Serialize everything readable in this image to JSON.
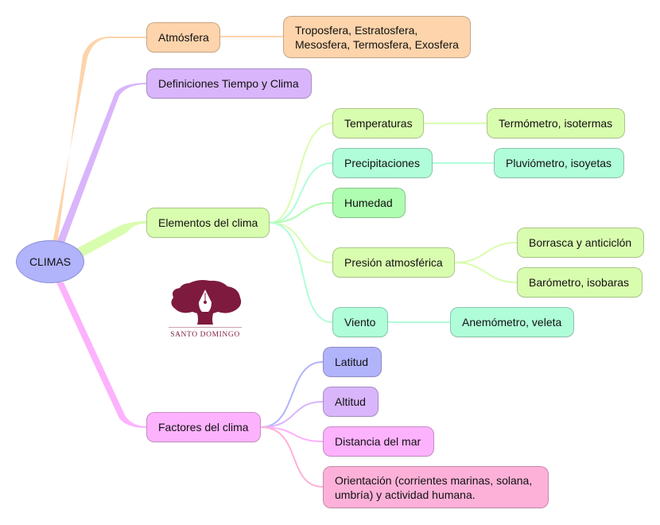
{
  "mindmap": {
    "root": {
      "label": "CLIMAS",
      "color": "#b1b3fb"
    },
    "branches": {
      "atmosfera": {
        "label": "Atmósfera",
        "color": "#fdd4ab",
        "children": [
          {
            "label": "Troposfera, Estratosfera, Mesosfera, Termosfera, Exosfera",
            "color": "#fdd4ab"
          }
        ]
      },
      "definiciones": {
        "label": "Definiciones Tiempo y Clima",
        "color": "#d9b5fb"
      },
      "elementos": {
        "label": "Elementos del clima",
        "color": "#d9fdaf",
        "children": {
          "temperaturas": {
            "label": "Temperaturas",
            "color": "#d9fdaf",
            "detail": "Termómetro, isotermas"
          },
          "precipitaciones": {
            "label": "Precipitaciones",
            "color": "#b0fdd9",
            "detail": "Pluviómetro, isoyetas"
          },
          "humedad": {
            "label": "Humedad",
            "color": "#affdb0"
          },
          "presion": {
            "label": "Presión atmosférica",
            "color": "#d9fdaf",
            "details": [
              "Borrasca y anticiclón",
              "Barómetro, isobaras"
            ]
          },
          "viento": {
            "label": "Viento",
            "color": "#b0fdd9",
            "detail": "Anemómetro, veleta"
          }
        }
      },
      "factores": {
        "label": "Factores del clima",
        "color": "#fdb2fd",
        "children": [
          {
            "label": "Latitud",
            "color": "#b1b3fb"
          },
          {
            "label": "Altitud",
            "color": "#d9b5fb"
          },
          {
            "label": "Distancia del mar",
            "color": "#fdb2fd"
          },
          {
            "label": "Orientación (corrientes marinas, solana, umbría) y actividad humana.",
            "color": "#fdb1d9"
          }
        ]
      }
    }
  },
  "logo": {
    "text": "SANTO  DOMINGO",
    "color": "#7e1a3e"
  }
}
